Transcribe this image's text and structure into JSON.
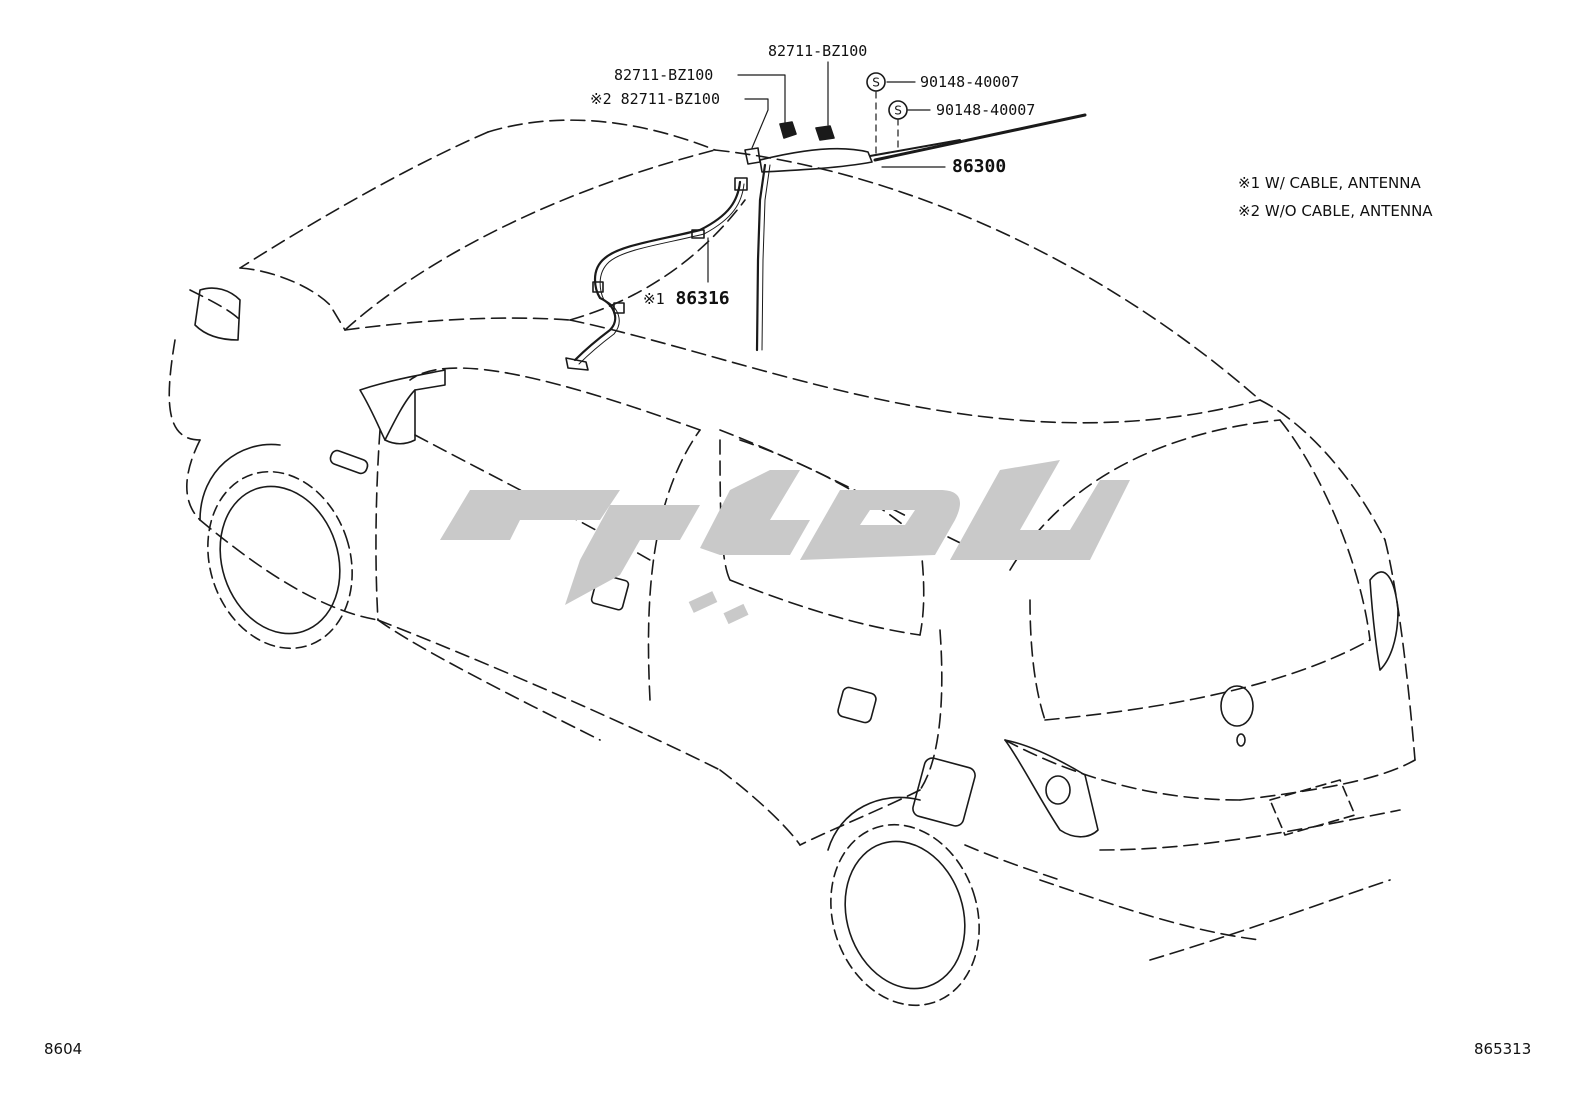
{
  "callouts": {
    "clip_top": "82711-BZ100",
    "clip_left": "82711-BZ100",
    "clip_note2": "82711-BZ100",
    "note2_mark": "※2",
    "screw_1": "90148-40007",
    "screw_2": "90148-40007",
    "screw_symbol": "S",
    "antenna": "86300",
    "cable": "86316",
    "cable_mark": "※1"
  },
  "legend": {
    "note1": "※1 W/ CABLE, ANTENNA",
    "note2": "※2 W/O CABLE, ANTENNA"
  },
  "footer": {
    "left_code": "8604",
    "right_code": "865313"
  },
  "watermark": {
    "text": "یدک پارت",
    "color": "#c9c9c9"
  },
  "colors": {
    "line": "#1a1a1a",
    "background": "#ffffff"
  }
}
